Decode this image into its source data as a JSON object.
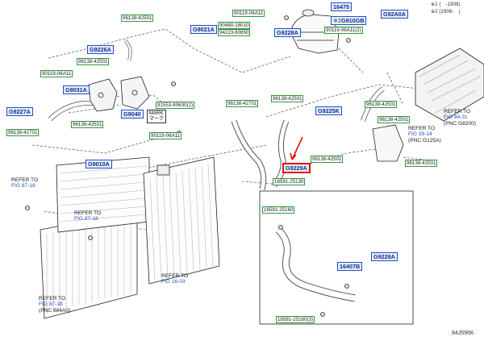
{
  "header_notes": [
    {
      "prefix": "※1",
      "text": "(　-1908)"
    },
    {
      "prefix": "※2",
      "text": "(1908-　)"
    }
  ],
  "diagram_code": "84J596K",
  "mark_label": {
    "line1": "MARK",
    "line2": "マーク"
  },
  "part_labels": [
    {
      "id": "p1",
      "text": "96138-42501",
      "style": "pn"
    },
    {
      "id": "p2",
      "text": "G9226A",
      "style": "pnc"
    },
    {
      "id": "p3",
      "text": "96138-42501",
      "style": "pn"
    },
    {
      "id": "p4",
      "text": "90119-06A11",
      "style": "pn"
    },
    {
      "id": "p5",
      "text": "G9031A",
      "style": "pnc"
    },
    {
      "id": "p6",
      "text": "G9227A",
      "style": "pnc"
    },
    {
      "id": "p7",
      "text": "96138-42501",
      "style": "pn"
    },
    {
      "id": "p8",
      "text": "96138-42701",
      "style": "pn"
    },
    {
      "id": "p9",
      "text": "G9040",
      "style": "pnc"
    },
    {
      "id": "p10",
      "text": "91553-80630",
      "style": "pn",
      "suffix": "(2)"
    },
    {
      "id": "p11",
      "text": "90119-06A11",
      "style": "pn"
    },
    {
      "id": "p12",
      "text": "G9010A",
      "style": "pnc"
    },
    {
      "id": "p13",
      "text": "90119-06A11",
      "style": "pn"
    },
    {
      "id": "p14",
      "text": "90480-18010",
      "style": "pn"
    },
    {
      "id": "p15",
      "text": "94223-60650",
      "style": "pn"
    },
    {
      "id": "p16",
      "text": "G9021A",
      "style": "pnc"
    },
    {
      "id": "p17",
      "text": "16475",
      "style": "pnc"
    },
    {
      "id": "p18",
      "text": "G910GB",
      "style": "pnc",
      "prefix": "※2"
    },
    {
      "id": "p19",
      "text": "G92A0A",
      "style": "pnc"
    },
    {
      "id": "p20",
      "text": "90119-06A11",
      "style": "pn",
      "suffix": "(2)"
    },
    {
      "id": "p21",
      "text": "G9228A",
      "style": "pnc"
    },
    {
      "id": "p22",
      "text": "96138-42701",
      "style": "pn"
    },
    {
      "id": "p23",
      "text": "96138-42501",
      "style": "pn"
    },
    {
      "id": "p24",
      "text": "G9225K",
      "style": "pnc"
    },
    {
      "id": "p25",
      "text": "96138-42501",
      "style": "pn"
    },
    {
      "id": "p26",
      "text": "96138-42501",
      "style": "pn"
    },
    {
      "id": "p27",
      "text": "96138-42501",
      "style": "pn"
    },
    {
      "id": "p28",
      "text": "G9229A",
      "style": "pnr"
    },
    {
      "id": "p29",
      "text": "96138-42501",
      "style": "pn"
    },
    {
      "id": "p30",
      "text": "16581-25130",
      "style": "pn"
    },
    {
      "id": "p31",
      "text": "16581-25160",
      "style": "pn"
    },
    {
      "id": "p32",
      "text": "G9229A",
      "style": "pnc"
    },
    {
      "id": "p33",
      "text": "16407B",
      "style": "pnc"
    },
    {
      "id": "p34",
      "text": "16581-25160",
      "style": "pn",
      "suffix": "(3)"
    }
  ],
  "refer_labels": [
    {
      "id": "r1",
      "lines": [
        "REFER TO",
        "FIG 87-18"
      ]
    },
    {
      "id": "r2",
      "lines": [
        "REFER TO",
        "FIG 87-18"
      ]
    },
    {
      "id": "r3",
      "lines": [
        "REFER TO",
        "FIG 87-18",
        "(PNC 884A0)"
      ]
    },
    {
      "id": "r4",
      "lines": [
        "REFER TO",
        "FIG 16-03"
      ]
    },
    {
      "id": "r5",
      "lines": [
        "REFER TO",
        "FIG 39-14",
        "(PNC G125A)"
      ]
    },
    {
      "id": "r6",
      "lines": [
        "REFER TO",
        "FIG 84-31",
        "(PNC G8200)"
      ]
    }
  ]
}
